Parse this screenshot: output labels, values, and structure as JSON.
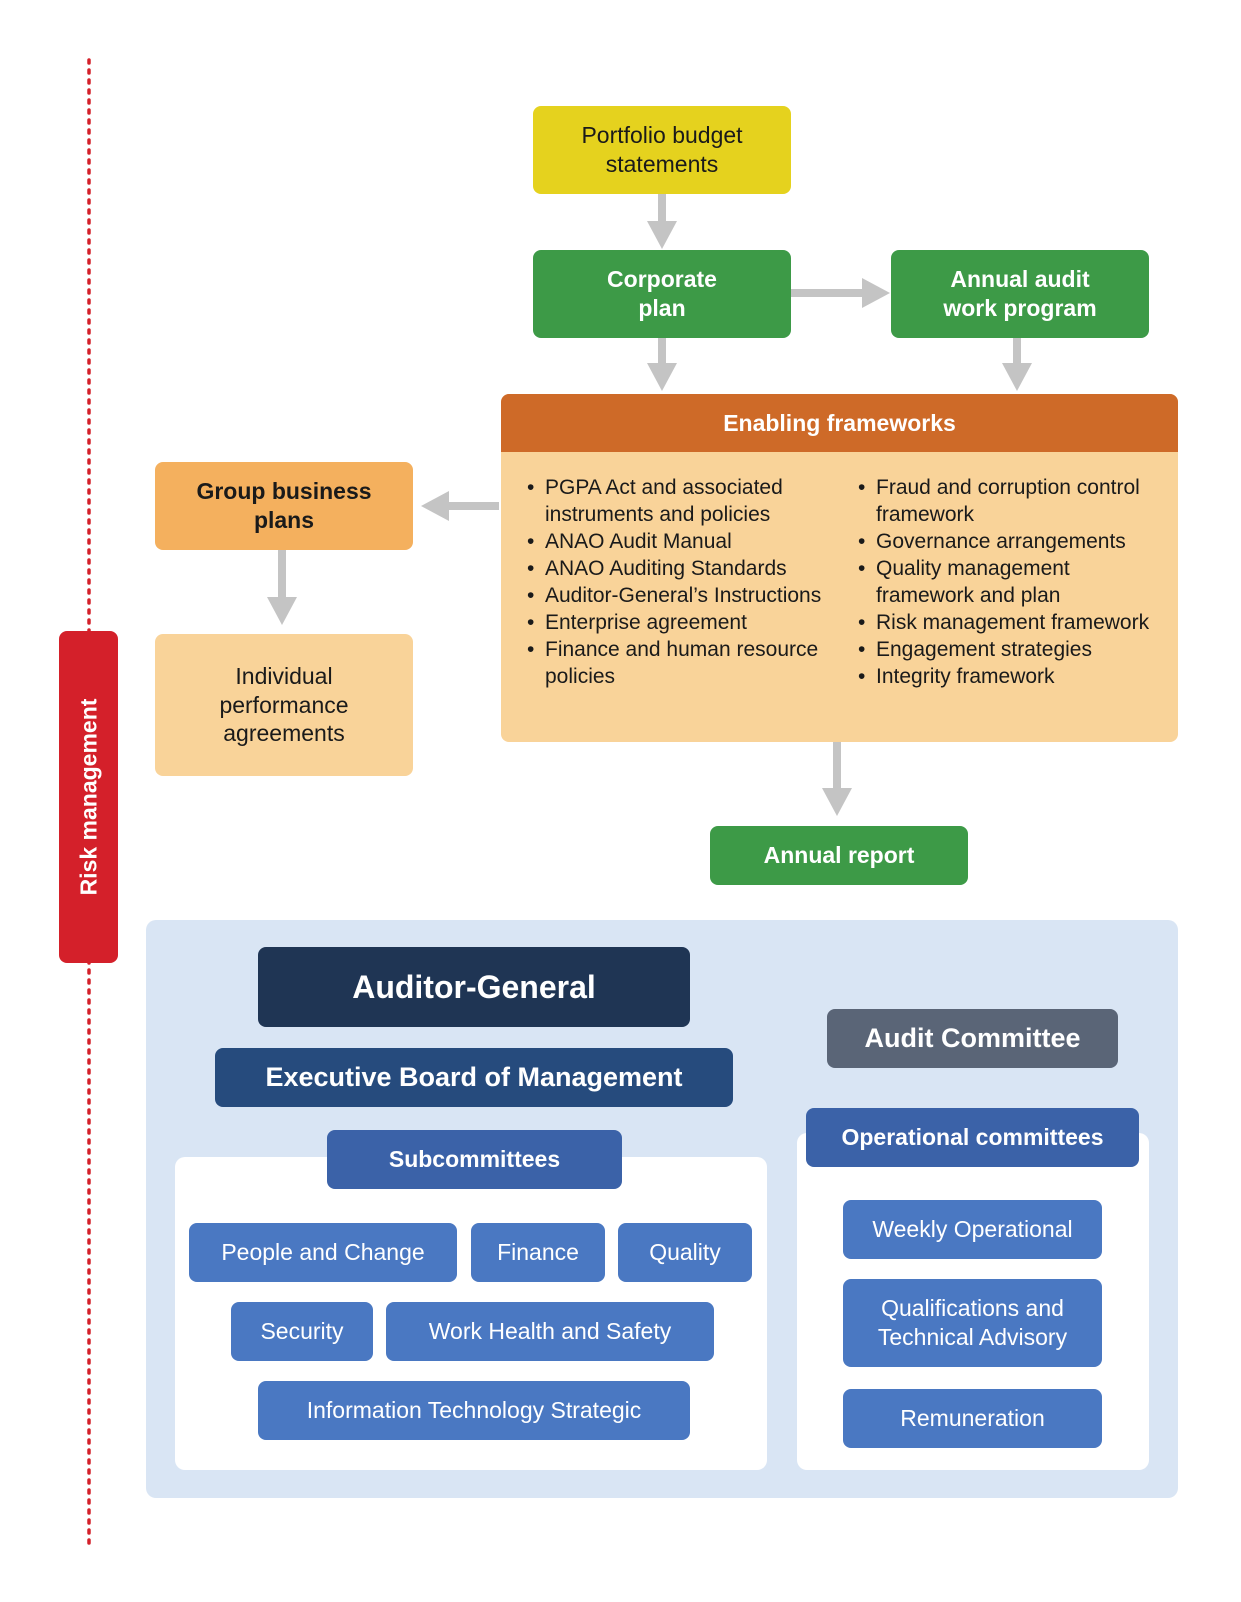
{
  "nodes": {
    "portfolio_budget": "Portfolio budget statements",
    "corporate_plan": "Corporate plan",
    "annual_audit": "Annual audit work program",
    "group_business": "Group business plans",
    "individual_perf": "Individual performance agreements",
    "annual_report": "Annual report"
  },
  "enabling_frameworks": {
    "title": "Enabling frameworks",
    "left_items": [
      "PGPA Act and associated instruments and policies",
      "ANAO Audit Manual",
      "ANAO Auditing Standards",
      "Auditor-General’s Instructions",
      "Enterprise agreement",
      "Finance and human resource policies"
    ],
    "right_items": [
      "Fraud and corruption control framework",
      "Governance arrangements",
      "Quality management framework and plan",
      "Risk management framework",
      "Engagement strategies",
      "Integrity framework"
    ]
  },
  "risk_label": "Risk management",
  "governance": {
    "auditor_general": "Auditor-General",
    "executive_board": "Executive Board of Management",
    "audit_committee": "Audit Committee",
    "subcommittees": {
      "title": "Subcommittees",
      "items": [
        "People and Change",
        "Finance",
        "Quality",
        "Security",
        "Work Health and Safety",
        "Information Technology Strategic"
      ]
    },
    "operational": {
      "title": "Operational committees",
      "items": [
        "Weekly Operational",
        "Qualifications and Technical Advisory",
        "Remuneration"
      ]
    }
  },
  "colors": {
    "risk_red": "#d4202a",
    "arrow_grey": "#c4c4c4",
    "green": "#3d9a47",
    "yellow": "#e5d21e",
    "orange_header": "#ce6a28"
  }
}
